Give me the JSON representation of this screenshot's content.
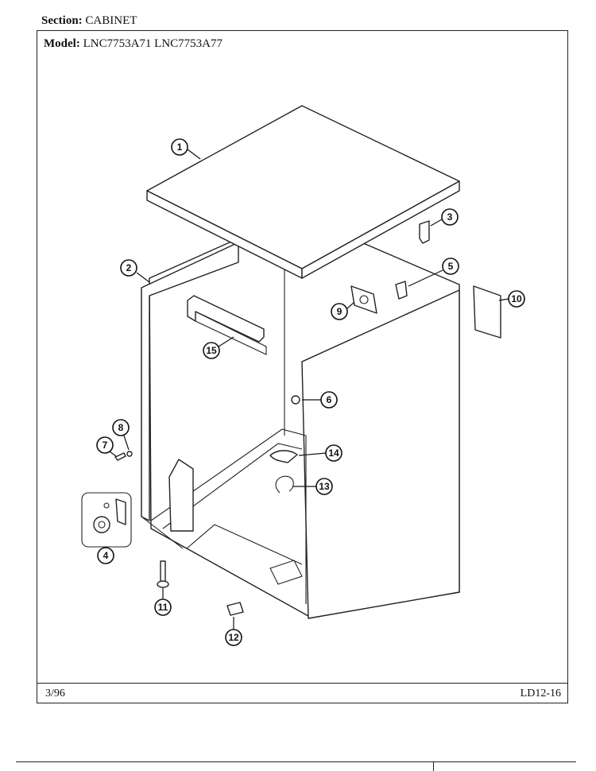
{
  "header": {
    "section_label": "Section:",
    "section_value": "CABINET",
    "model_label": "Model:",
    "model_value": "LNC7753A71  LNC7753A77"
  },
  "footer": {
    "date": "3/96",
    "code": "LD12-16"
  },
  "callouts": [
    "1",
    "2",
    "3",
    "4",
    "5",
    "6",
    "7",
    "8",
    "9",
    "10",
    "11",
    "12",
    "13",
    "14",
    "15"
  ]
}
